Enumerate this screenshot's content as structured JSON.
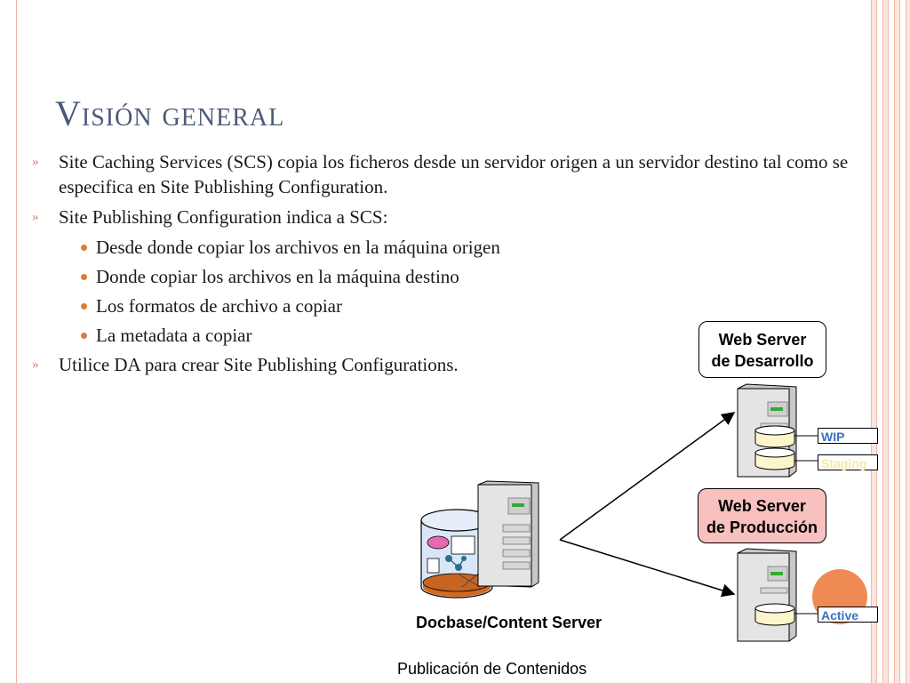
{
  "slide": {
    "title": "Visión general",
    "bullets": [
      {
        "marker": "»",
        "text": "Site Caching Services (SCS) copia los ficheros desde un servidor origen a un servidor destino tal como se especifica en Site Publishing Configuration."
      },
      {
        "marker": "»",
        "text": "Site Publishing Configuration indica a SCS:",
        "sub": [
          "Desde donde copiar los archivos en la máquina origen",
          "Donde copiar los archivos en la máquina destino",
          "Los formatos de archivo a copiar",
          "La metadata a copiar"
        ]
      },
      {
        "marker": "»",
        "text": "Utilice DA para crear Site Publishing Configurations."
      }
    ]
  },
  "diagram": {
    "dev_server_label": "Web Server de Desarrollo",
    "dev_server_line1": "Web Server",
    "dev_server_line2": "de Desarrollo",
    "prod_server_line1": "Web Server",
    "prod_server_line2": "de Producción",
    "tag_wip": "WIP",
    "tag_staging": "Staging",
    "tag_active": "Active",
    "source_label": "Docbase/Content Server",
    "colors": {
      "prod_label_bg": "#f9c0c0",
      "tag_text": "#3b72c0",
      "staging_text": "#f6e9a8",
      "accent": "#f08a54"
    }
  },
  "footer": {
    "text": "Publicación de Contenidos"
  }
}
